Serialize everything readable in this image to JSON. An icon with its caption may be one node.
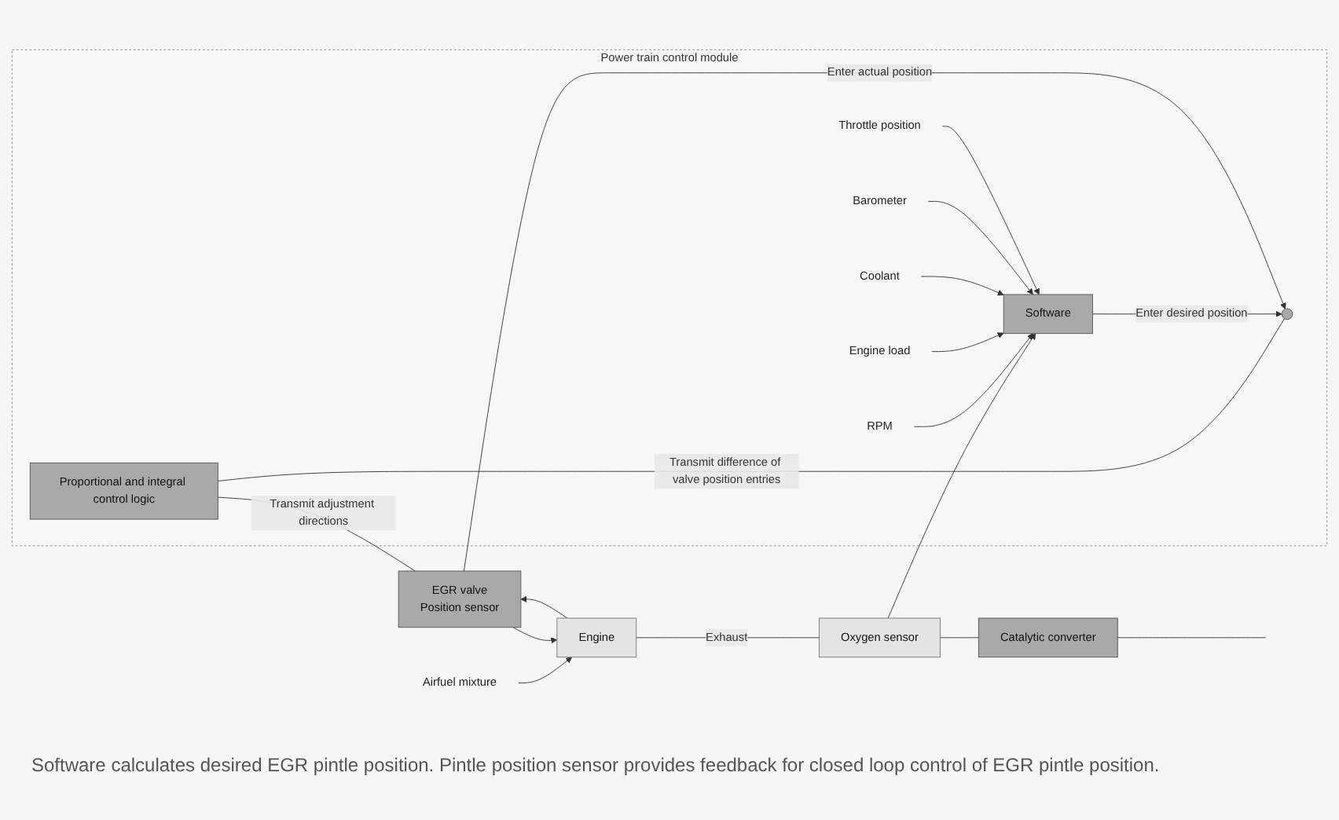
{
  "diagram": {
    "caption": "Software calculates desired EGR pintle position. Pintle position sensor provides feedback for closed loop control of EGR pintle position.",
    "nodes": [
      {
        "text": [
          "Power train control module"
        ]
      },
      {
        "text": [
          "Proportional and integral control logic"
        ],
        "in": 0
      },
      {
        "text": [
          "Software"
        ],
        "in": 0
      },
      {
        "text": [],
        "shape": "circle",
        "in": 0
      },
      {
        "text": [
          "EGR valve",
          "Position sensor"
        ]
      },
      {
        "text": [
          "Airfuel mixture"
        ]
      },
      {
        "text": [
          "Engine"
        ]
      },
      {
        "text": [
          "Oxygen sensor"
        ]
      },
      {
        "text": [
          "Catalytic converter"
        ]
      },
      {
        "text": [
          "RPM"
        ],
        "in": 0
      },
      {
        "text": [
          "Engine load"
        ],
        "in": 0
      },
      {
        "text": [
          "Coolant"
        ],
        "in": 0
      },
      {
        "text": [
          "Barometer"
        ],
        "in": 0
      },
      {
        "text": [
          "Throttle position"
        ],
        "in": 0
      }
    ],
    "edges": [
      {
        "from": 1,
        "to": 4,
        "arrow": "none",
        "label": "Transmit adjustment directions"
      },
      {
        "from": 1,
        "to": 3,
        "arrow": "none",
        "label": "Transmit difference of valve position entries"
      },
      {
        "from": 2,
        "to": 3,
        "arrow": "to",
        "label": "Enter desired position"
      },
      {
        "from": 4,
        "to": 3,
        "arrow": "to",
        "label": "Enter actual position"
      },
      {
        "from": 5,
        "to": 6,
        "arrow": "to"
      },
      {
        "from": 4,
        "to": 6,
        "arrow": "to"
      },
      {
        "from": 6,
        "to": 7,
        "arrow": "none",
        "label": "Exhaust"
      },
      {
        "from": 6,
        "to": 4,
        "arrow": "to"
      },
      {
        "from": 7,
        "to": 2,
        "arrow": "to"
      },
      {
        "from": 7,
        "to": 8,
        "arrow": "none"
      },
      {
        "from": 8,
        "to": null,
        "arrow": "none"
      },
      {
        "from": 9,
        "to": 2,
        "arrow": "to"
      },
      {
        "from": 10,
        "to": 2,
        "arrow": "to"
      },
      {
        "from": 11,
        "to": 2,
        "arrow": "to"
      },
      {
        "from": 12,
        "to": 2,
        "arrow": "to"
      },
      {
        "from": 13,
        "to": 2,
        "arrow": "to"
      }
    ]
  }
}
